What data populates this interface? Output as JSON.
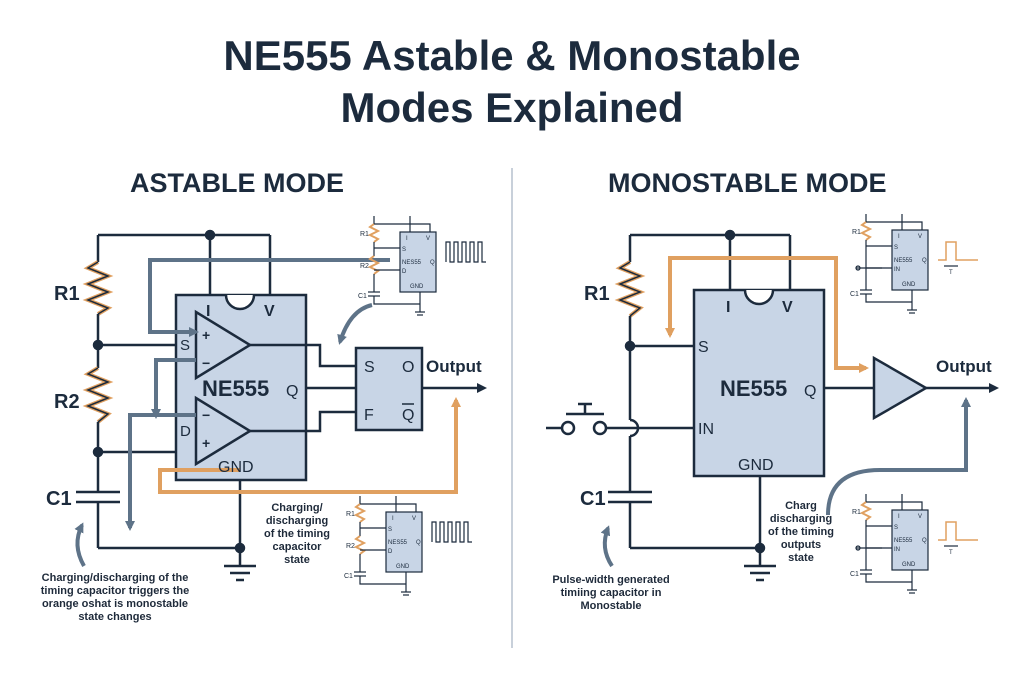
{
  "title_line1": "NE555 Astable & Monostable",
  "title_line2": "Modes Explained",
  "colors": {
    "ink": "#1c2b3d",
    "chip_fill": "#c8d5e6",
    "arrow_gray": "#5e7388",
    "arrow_orange": "#e0a060",
    "resistor": "#e0a060",
    "divider": "#c8d0da"
  },
  "astable": {
    "heading": "ASTABLE MODE",
    "r1": "R1",
    "r2": "R2",
    "c1": "C1",
    "chip_name": "NE555",
    "pin_i": "I",
    "pin_v": "V",
    "pin_s": "S",
    "pin_d": "D",
    "pin_q": "Q",
    "pin_gnd": "GND",
    "plus": "+",
    "minus": "−",
    "ff_s": "S",
    "ff_o": "O",
    "ff_f": "F",
    "ff_qbar": "Q",
    "output": "Output",
    "caption_mid": [
      "Charging/",
      "discharging",
      "of the timing",
      "capacitor",
      "state"
    ],
    "caption_bottom": [
      "Charging/discharging of the",
      "timing capacitor triggers the",
      "orange oshat is monostable",
      "state changes"
    ],
    "inset": {
      "r1": "R1",
      "r2": "R2",
      "c1": "C1",
      "i": "I",
      "v": "V",
      "s": "S",
      "d": "D",
      "chip": "NES55",
      "q": "Q",
      "gnd": "GND"
    }
  },
  "monostable": {
    "heading": "MONOSTABLE MODE",
    "r1": "R1",
    "c1": "C1",
    "chip_name": "NE555",
    "pin_i": "I",
    "pin_v": "V",
    "pin_s": "S",
    "pin_in": "IN",
    "pin_q": "Q",
    "pin_gnd": "GND",
    "output": "Output",
    "caption_right": [
      "Charg",
      "discharging",
      "of the timing",
      "outputs",
      "state"
    ],
    "caption_bottom": [
      "Pulse-width generated",
      "timiing capacitor in",
      "Monostable"
    ],
    "inset_top": {
      "r1": "R1",
      "c1": "C1",
      "i": "I",
      "v": "V",
      "s": "S",
      "in": "IN",
      "chip": "NE555",
      "q": "Q",
      "gnd": "GND",
      "t": "T"
    },
    "inset_bottom": {
      "r1": "R1",
      "c1": "C1",
      "i": "I",
      "v": "V",
      "s": "S",
      "in": "IN",
      "chip": "NE555",
      "q": "Q",
      "gnd": "GND",
      "t": "T"
    }
  }
}
